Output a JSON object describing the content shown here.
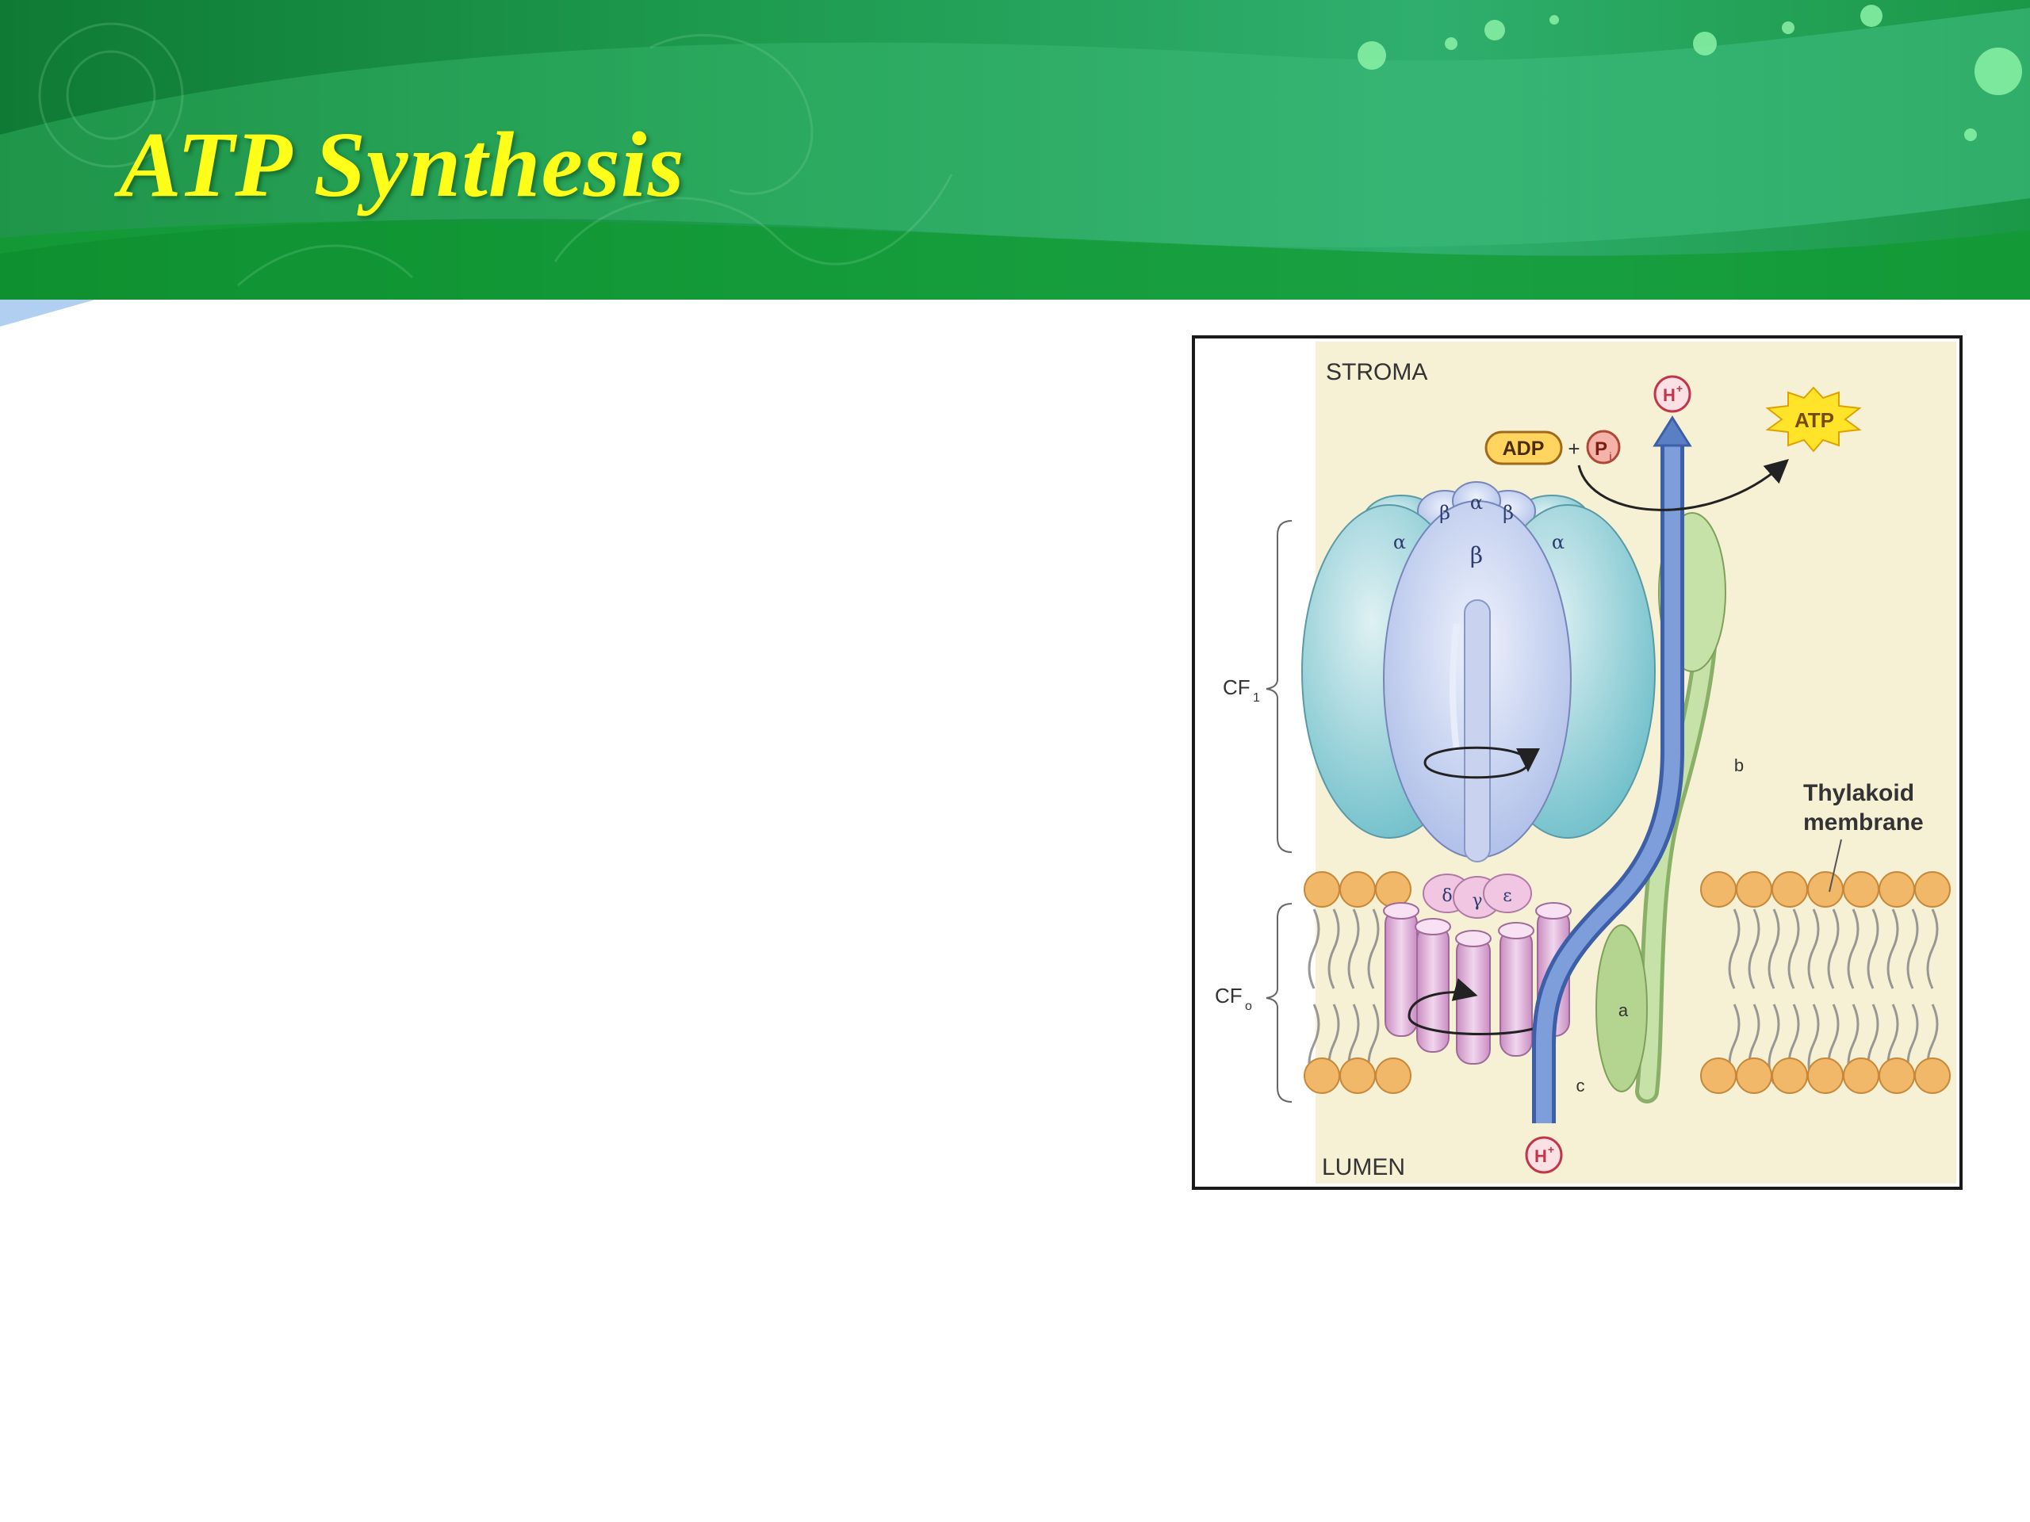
{
  "slide": {
    "title": "ATP Synthesis"
  },
  "diagram": {
    "compartments": {
      "top": "STROMA",
      "bottom": "LUMEN"
    },
    "complexes": {
      "upper": "CF",
      "upper_sub": "1",
      "lower": "CF",
      "lower_sub": "o"
    },
    "membrane_label": {
      "line1": "Thylakoid",
      "line2": "membrane"
    },
    "molecules": {
      "adp": "ADP",
      "plus": "+",
      "pi": "P",
      "pi_sub": "i",
      "atp": "ATP",
      "proton": "H",
      "proton_sup": "+"
    },
    "subunits": {
      "alpha": "α",
      "beta": "β",
      "gamma": "γ",
      "delta": "δ",
      "epsilon": "ε",
      "a": "a",
      "b": "b",
      "c": "c"
    }
  },
  "colors": {
    "banner_green": "#1f9e4c",
    "title_yellow": "#ffff1a",
    "panel_bg": "#f6f1d4",
    "f1_teal": "#8fcfd6",
    "f1_lavender": "#b9c8ee",
    "proton_arrow": "#5b7fc4",
    "stalk_green": "#a8cf86",
    "cf0_pink": "#d9a6d3",
    "lipid_head": "#f1b86a",
    "atp_burst": "#ffe42a"
  }
}
